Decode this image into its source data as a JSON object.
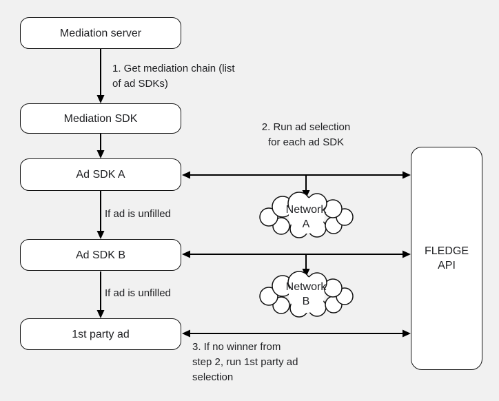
{
  "colors": {
    "background": "#f1f1f1",
    "node_fill": "#ffffff",
    "line": "#000000",
    "text": "#202124"
  },
  "nodes": {
    "mediation_server": {
      "label": "Mediation server"
    },
    "mediation_sdk": {
      "label": "Mediation SDK"
    },
    "ad_sdk_a": {
      "label": "Ad SDK A"
    },
    "ad_sdk_b": {
      "label": "Ad SDK B"
    },
    "first_party_ad": {
      "label": "1st party ad"
    },
    "fledge_api": {
      "label": "FLEDGE\nAPI"
    },
    "network_a": {
      "label": "Network\nA"
    },
    "network_b": {
      "label": "Network\nB"
    }
  },
  "annotations": {
    "step1": "1. Get mediation chain (list\nof ad SDKs)",
    "step2": "2. Run ad selection\nfor each ad SDK",
    "unfilled_a": "If ad is unfilled",
    "unfilled_b": "If ad is unfilled",
    "step3": "3. If no winner from\nstep 2, run 1st party ad\nselection"
  }
}
